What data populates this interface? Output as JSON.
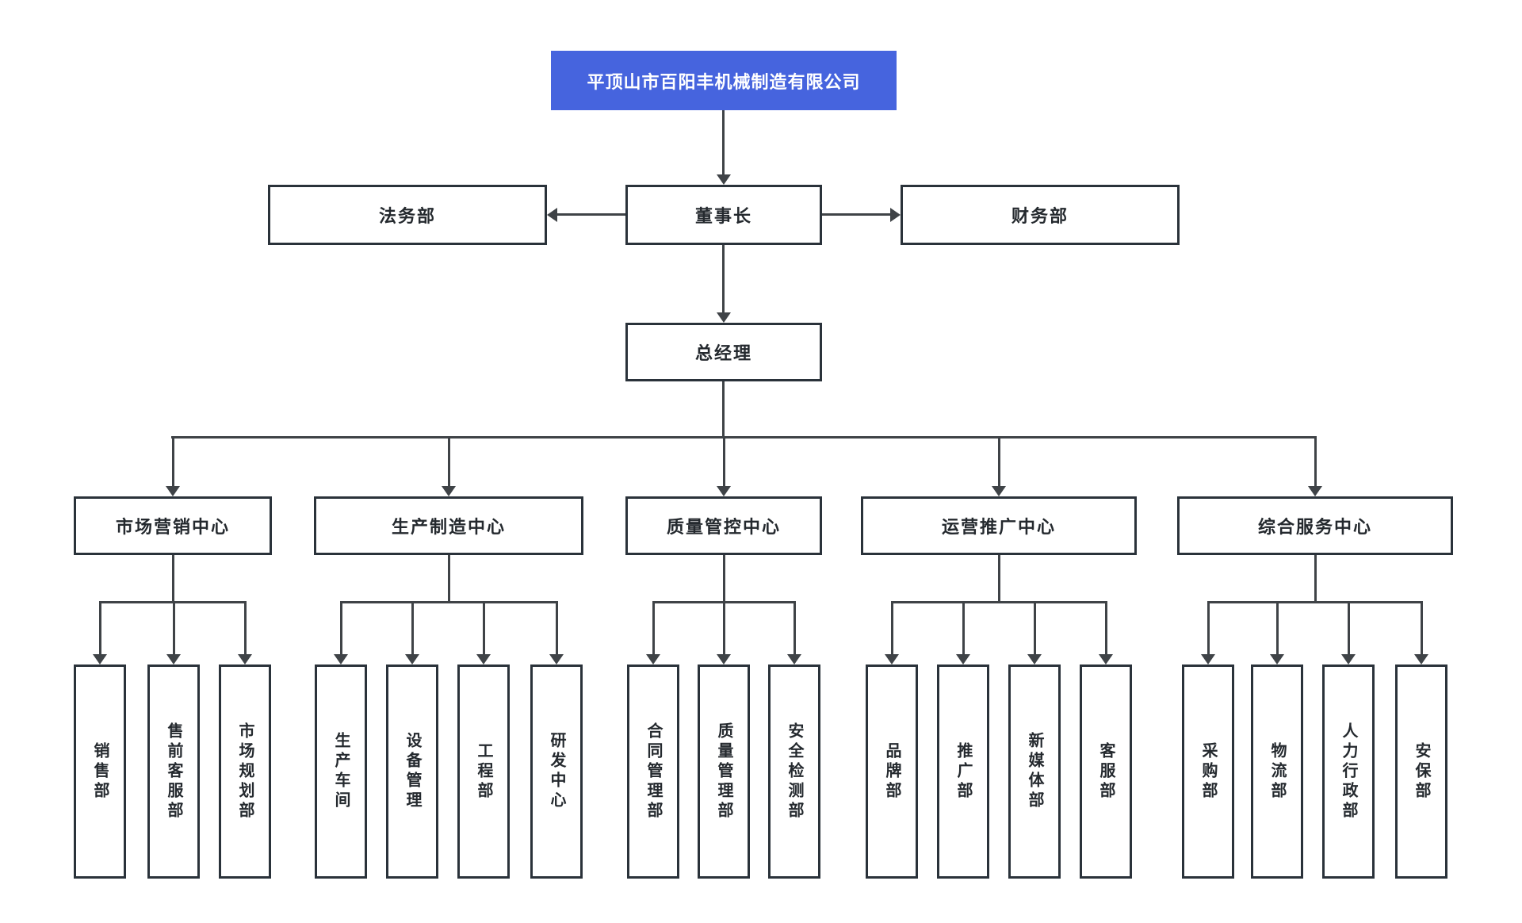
{
  "diagram": {
    "root": {
      "label": "平顶山市百阳丰机械制造有限公司"
    },
    "executives": {
      "legal": {
        "label": "法务部"
      },
      "chairman": {
        "label": "董事长"
      },
      "finance": {
        "label": "财务部"
      },
      "general_manager": {
        "label": "总经理"
      }
    },
    "centers": [
      {
        "label": "市场营销中心",
        "departments": [
          "销售部",
          "售前客服部",
          "市场规划部"
        ]
      },
      {
        "label": "生产制造中心",
        "departments": [
          "生产车间",
          "设备管理",
          "工程部",
          "研发中心"
        ]
      },
      {
        "label": "质量管控中心",
        "departments": [
          "合同管理部",
          "质量管理部",
          "安全检测部"
        ]
      },
      {
        "label": "运营推广中心",
        "departments": [
          "品牌部",
          "推广部",
          "新媒体部",
          "客服部"
        ]
      },
      {
        "label": "综合服务中心",
        "departments": [
          "采购部",
          "物流部",
          "人力行政部",
          "安保部"
        ]
      }
    ],
    "colors": {
      "root_bg": "#4664DE",
      "root_text": "#FFFFFF",
      "box_bg": "#FFFFFF",
      "box_border": "#2A323A",
      "line": "#3F4347",
      "text": "#24292E",
      "canvas_bg": "#FFFFFF"
    }
  }
}
